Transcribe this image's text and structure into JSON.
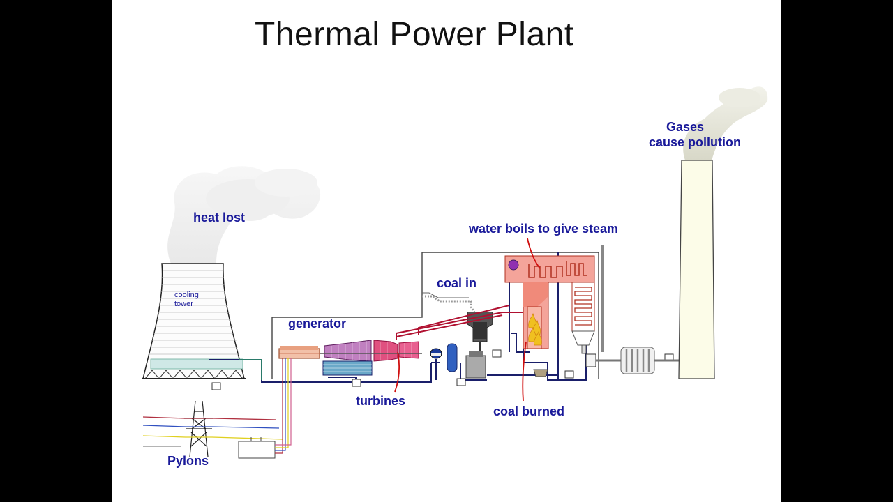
{
  "title": "Thermal Power Plant",
  "labels": {
    "heat_lost": "heat lost",
    "cooling_tower_1": "cooling",
    "cooling_tower_2": "tower",
    "generator": "generator",
    "turbines": "turbines",
    "coal_in": "coal in",
    "water_boils": "water boils to give steam",
    "coal_burned": "coal burned",
    "gases_1": "Gases",
    "gases_2": "cause pollution",
    "pylons": "Pylons"
  },
  "colors": {
    "label": "#1a1a9a",
    "pointer": "#d01010",
    "pipe_dark": "#1a1f6a",
    "pipe_red": "#b01030",
    "boiler": "#f4a49a",
    "turbine": "#e03060"
  }
}
